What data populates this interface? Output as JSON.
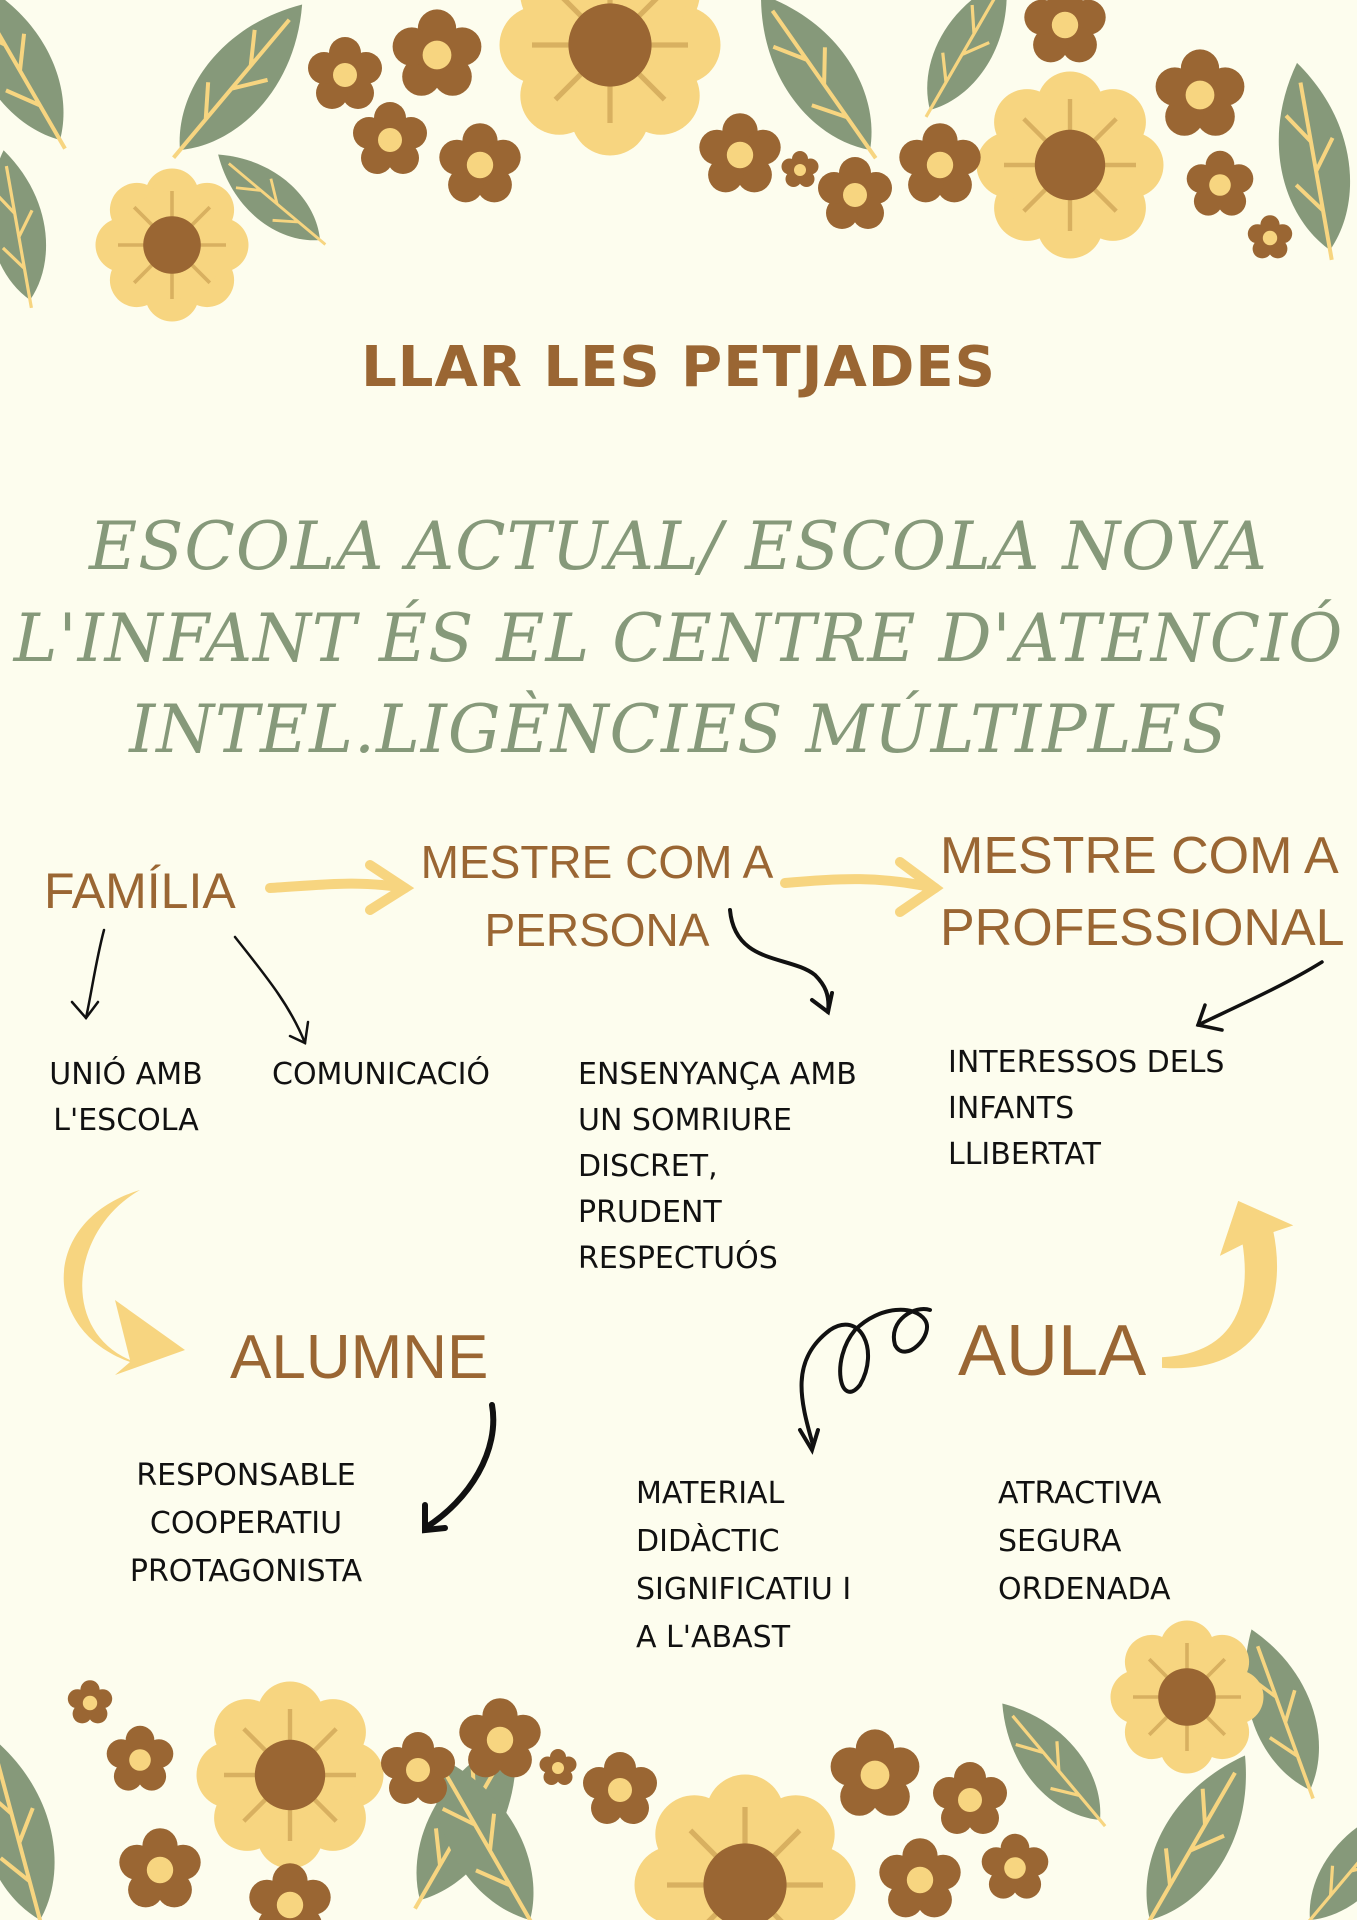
{
  "title": "LLAR LES PETJADES",
  "subtitle_lines": [
    "ESCOLA ACTUAL/ ESCOLA NOVA",
    "L'INFANT ÉS EL CENTRE D'ATENCIÓ",
    "INTEL.LIGÈNCIES MÚLTIPLES"
  ],
  "familia": {
    "label": "FAMÍLIA",
    "items": [
      [
        "UNIÓ AMB",
        "L'ESCOLA"
      ],
      [
        "COMUNICACIÓ"
      ]
    ]
  },
  "mestre_persona": {
    "lines": [
      "MESTRE COM A",
      "PERSONA"
    ],
    "items": [
      "ENSENYANÇA AMB",
      "UN SOMRIURE",
      "DISCRET,",
      "PRUDENT",
      "RESPECTUÓS"
    ]
  },
  "mestre_professional": {
    "lines": [
      "MESTRE COM A",
      "PROFESSIONAL"
    ],
    "items": [
      "INTERESSOS DELS",
      "INFANTS",
      "LLIBERTAT"
    ]
  },
  "alumne": {
    "label": "ALUMNE",
    "items": [
      "RESPONSABLE",
      "COOPERATIU",
      "PROTAGONISTA"
    ]
  },
  "aula": {
    "label": "AULA",
    "material": [
      "MATERIAL",
      "DIDÀCTIC",
      "SIGNIFICATIU I",
      "A L'ABAST"
    ],
    "qualities": [
      "ATRACTIVA",
      "SEGURA",
      "ORDENADA"
    ]
  },
  "colors": {
    "background": "#fdfdee",
    "brown": "#9a6633",
    "sage": "#86997a",
    "yellow": "#f7d580"
  }
}
